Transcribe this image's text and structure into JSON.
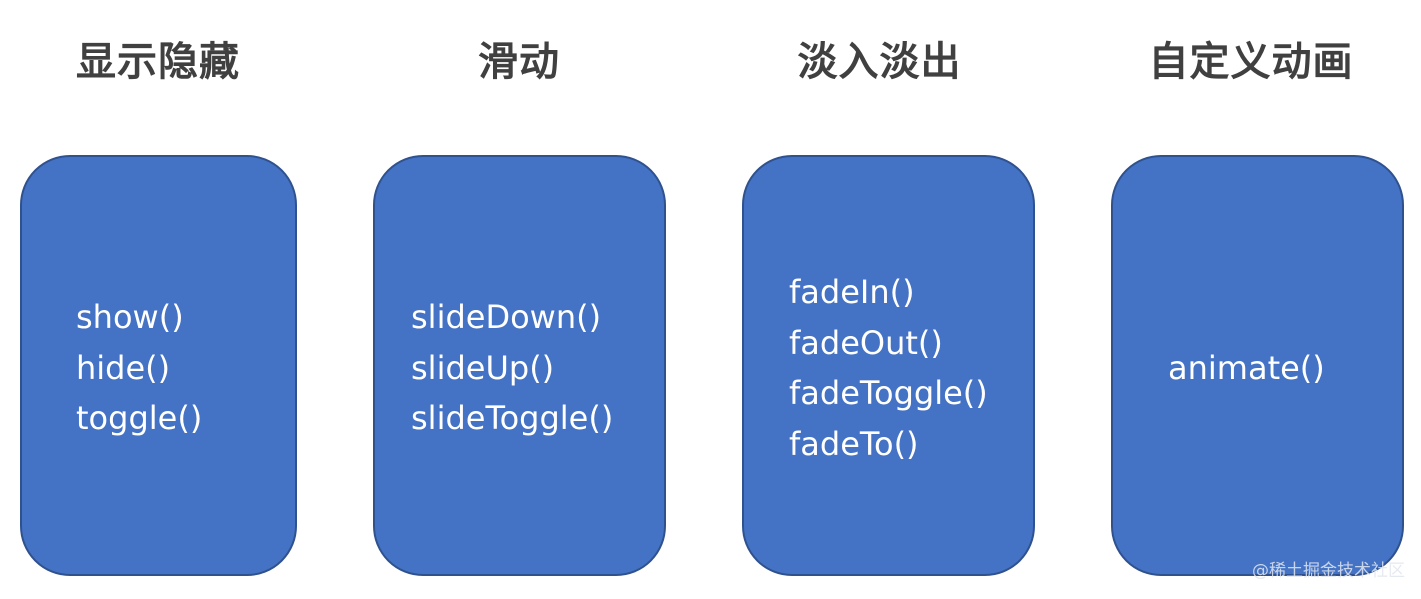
{
  "categories": [
    {
      "title": "显示隐藏",
      "methods": [
        "show()",
        "hide()",
        "toggle()"
      ]
    },
    {
      "title": "滑动",
      "methods": [
        "slideDown()",
        "slideUp()",
        "slideToggle()"
      ]
    },
    {
      "title": "淡入淡出",
      "methods": [
        "fadeIn()",
        "fadeOut()",
        "fadeToggle()",
        "fadeTo()"
      ]
    },
    {
      "title": "自定义动画",
      "methods": [
        "animate()"
      ]
    }
  ],
  "colors": {
    "box_fill": "#4472c4",
    "box_border": "#2f528f",
    "title_text": "#404040",
    "method_text": "#ffffff"
  },
  "watermark": "@稀土掘金技术社区"
}
